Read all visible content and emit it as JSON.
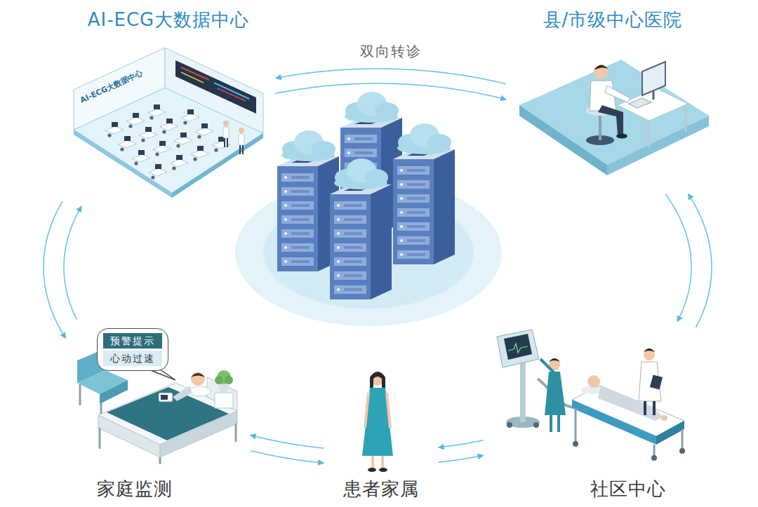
{
  "diagram": {
    "nodes": [
      {
        "text": [
          "AI-ECG大数据中心"
        ]
      },
      {
        "text": [
          "县/市级中心医院"
        ]
      },
      {
        "text": [
          "社区中心"
        ]
      },
      {
        "text": [
          "患者家属"
        ]
      },
      {
        "text": [
          "家庭监测"
        ]
      },
      {
        "text": [
          "预警提示",
          "心动过速"
        ],
        "in": 4
      }
    ],
    "edges": [
      {
        "from": 0,
        "to": 1,
        "arrow": "both",
        "label": "双向转诊"
      },
      {
        "from": 1,
        "to": 2,
        "arrow": "both"
      },
      {
        "from": 2,
        "to": 3,
        "arrow": "both"
      },
      {
        "from": 3,
        "to": 4,
        "arrow": "both"
      },
      {
        "from": 4,
        "to": 0,
        "arrow": "both"
      }
    ],
    "labels": [
      "AI-ECG大数据中心"
    ]
  }
}
